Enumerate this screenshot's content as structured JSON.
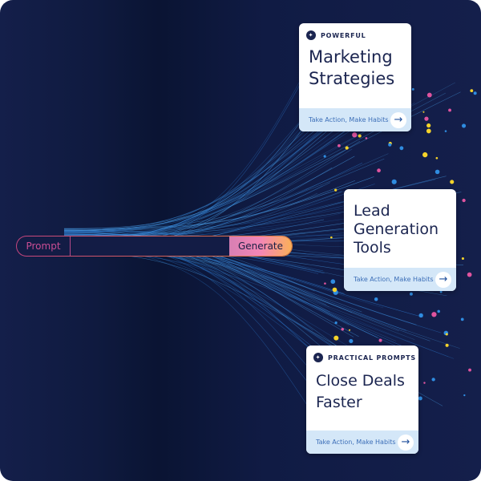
{
  "prompt": {
    "label": "Prompt",
    "value": "",
    "button": "Generate"
  },
  "cards": [
    {
      "badge": "POWERFUL",
      "title_lines": [
        "Marketing",
        "Strategies"
      ],
      "footer": "Take Action, Make Habits"
    },
    {
      "badge": "",
      "title_lines": [
        "Lead",
        "Generation",
        "Tools"
      ],
      "footer": "Take Action, Make Habits"
    },
    {
      "badge": "PRACTICAL PROMPTS",
      "title_lines": [
        "Close Deals",
        "Faster"
      ],
      "footer": "Take Action, Make Habits"
    }
  ],
  "colors": {
    "background": "#131d45",
    "accent_pink": "#e0549f",
    "accent_yellow": "#f5d32a",
    "accent_blue": "#2f8ce0"
  }
}
